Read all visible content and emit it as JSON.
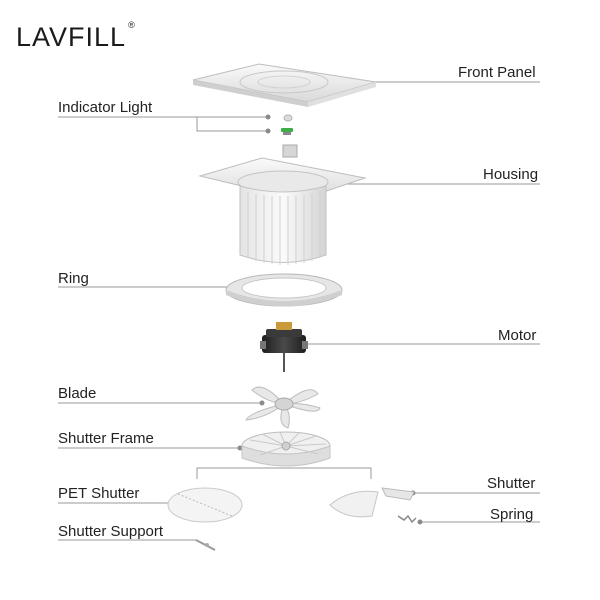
{
  "brand": {
    "name": "LAVFILL",
    "mark": "®"
  },
  "labels": {
    "front_panel": "Front Panel",
    "indicator_light": "Indicator Light",
    "housing": "Housing",
    "ring": "Ring",
    "motor": "Motor",
    "blade": "Blade",
    "shutter_frame": "Shutter Frame",
    "pet_shutter": "PET Shutter",
    "shutter": "Shutter",
    "spring": "Spring",
    "shutter_support": "Shutter Support"
  },
  "colors": {
    "line": "#9a9a9a",
    "part_light": "#f2f2f2",
    "part_mid": "#dcdcdc",
    "part_dark": "#b5b5b5",
    "motor_dark": "#2b2b2b",
    "indicator_green": "#3fae49"
  }
}
